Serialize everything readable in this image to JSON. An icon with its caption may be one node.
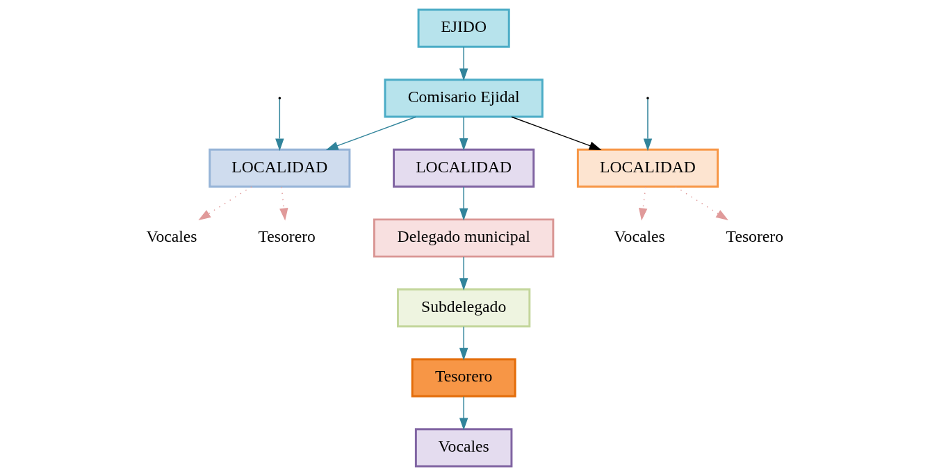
{
  "diagram": {
    "nodes": [
      {
        "text": [
          "EJIDO"
        ]
      },
      {
        "text": [
          "Comisario Ejidal"
        ]
      },
      {
        "text": [
          "LOCALIDAD"
        ]
      },
      {
        "text": [
          "LOCALIDAD"
        ]
      },
      {
        "text": [
          "LOCALIDAD"
        ]
      },
      {
        "text": [
          "Delegado municipal"
        ]
      },
      {
        "text": [
          "Subdelegado"
        ]
      },
      {
        "text": [
          "Tesorero"
        ]
      },
      {
        "text": [
          "Vocales"
        ]
      },
      {
        "text": [
          "Tesorero"
        ]
      },
      {
        "text": [
          "Vocales"
        ]
      },
      {
        "text": [
          "Tesorero"
        ]
      },
      {
        "text": [
          "Vocales"
        ]
      }
    ],
    "edges": [
      {
        "from": 0,
        "to": 1,
        "arrow": "to"
      },
      {
        "from": 1,
        "to": 2,
        "arrow": "to"
      },
      {
        "from": 1,
        "to": 3,
        "arrow": "to"
      },
      {
        "from": 1,
        "to": 4,
        "arrow": "to",
        "color": "#000000"
      },
      {
        "from": 2,
        "to": 5,
        "arrow": "to"
      },
      {
        "from": 5,
        "to": 6,
        "arrow": "to"
      },
      {
        "from": 6,
        "to": 7,
        "arrow": "to"
      },
      {
        "from": 7,
        "to": 8,
        "arrow": "to"
      },
      {
        "from": null,
        "to": 3,
        "arrow": "to"
      },
      {
        "from": null,
        "to": 4,
        "arrow": "to"
      },
      {
        "from": 3,
        "to": 9,
        "arrow": "to",
        "style": "dashed",
        "color": "#e09a9a"
      },
      {
        "from": 3,
        "to": 10,
        "arrow": "to",
        "style": "dashed",
        "color": "#e09a9a"
      },
      {
        "from": 4,
        "to": 11,
        "arrow": "to",
        "style": "dashed",
        "color": "#e09a9a"
      },
      {
        "from": 4,
        "to": 12,
        "arrow": "to",
        "style": "dashed",
        "color": "#e09a9a"
      }
    ]
  }
}
